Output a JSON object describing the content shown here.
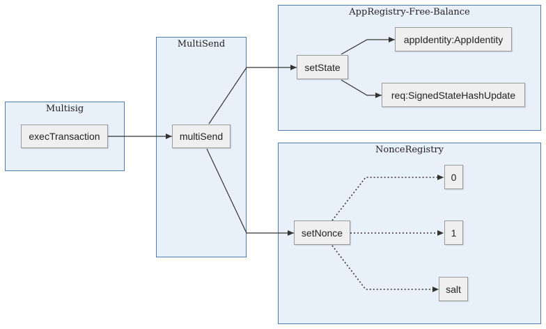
{
  "clusters": {
    "multisig": "Multisig",
    "multisend": "MultiSend",
    "appregistry": "AppRegistry-Free-Balance",
    "nonceregistry": "NonceRegistry"
  },
  "nodes": {
    "exec_transaction": "execTransaction",
    "multi_send": "multiSend",
    "set_state": "setState",
    "app_identity": "appIdentity:AppIdentity",
    "req_signed": "req:SignedStateHashUpdate",
    "set_nonce": "setNonce",
    "zero": "0",
    "one": "1",
    "salt": "salt"
  },
  "colors": {
    "cluster_fill": "#e8f0fa",
    "cluster_border": "#4f7bb5",
    "node_fill": "#efefef",
    "edge": "#333333"
  }
}
